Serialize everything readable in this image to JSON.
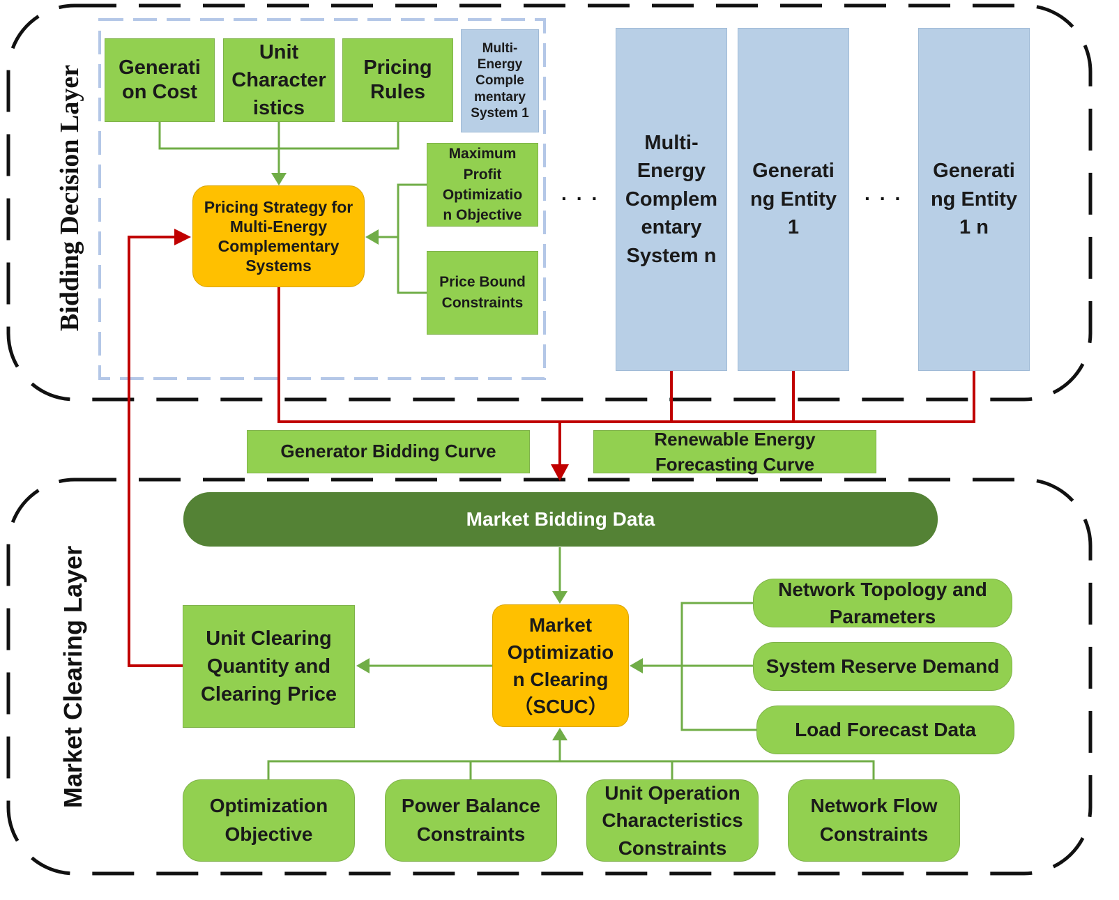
{
  "layers": {
    "bidding": "Bidding Decision Layer",
    "clearing": "Market Clearing Layer"
  },
  "bidding": {
    "generation_cost": "Generati\non Cost",
    "unit_characteristics": "Unit\nCharacter\nistics",
    "pricing_rules": "Pricing\nRules",
    "mecs1": "Multi-\nEnergy\nComple\nmentary\nSystem 1",
    "pricing_strategy": "Pricing Strategy for\nMulti-Energy\nComplementary\nSystems",
    "max_profit": "Maximum\nProfit\nOptimizatio\nn Objective",
    "price_bound": "Price Bound\nConstraints",
    "mecs_n": "Multi-\nEnergy\nComplem\nentary\nSystem n",
    "gen_entity_1": "Generati\nng Entity\n1",
    "gen_entity_n": "Generati\nng Entity\n1 n",
    "ellipsis_1": "...",
    "ellipsis_2": "..."
  },
  "curves": {
    "generator": "Generator Bidding Curve",
    "renewable": "Renewable Energy\nForecasting Curve"
  },
  "clearing": {
    "market_bidding_data": "Market Bidding Data",
    "market_optimization": "Market\nOptimizatio\nn Clearing\n（SCUC）",
    "unit_clearing": "Unit Clearing\nQuantity and\nClearing Price",
    "network_topology": "Network Topology and\nParameters",
    "system_reserve": "System Reserve Demand",
    "load_forecast": "Load Forecast Data",
    "optimization_objective": "Optimization\nObjective",
    "power_balance": "Power Balance\nConstraints",
    "unit_operation": "Unit Operation\nCharacteristics\nConstraints",
    "network_flow": "Network Flow\nConstraints"
  },
  "colors": {
    "green_box": "#92d050",
    "orange_box": "#ffc000",
    "blue_box": "#b8cfe6",
    "dark_green": "#548235",
    "green_line": "#70ad47",
    "red_line": "#c00000"
  }
}
